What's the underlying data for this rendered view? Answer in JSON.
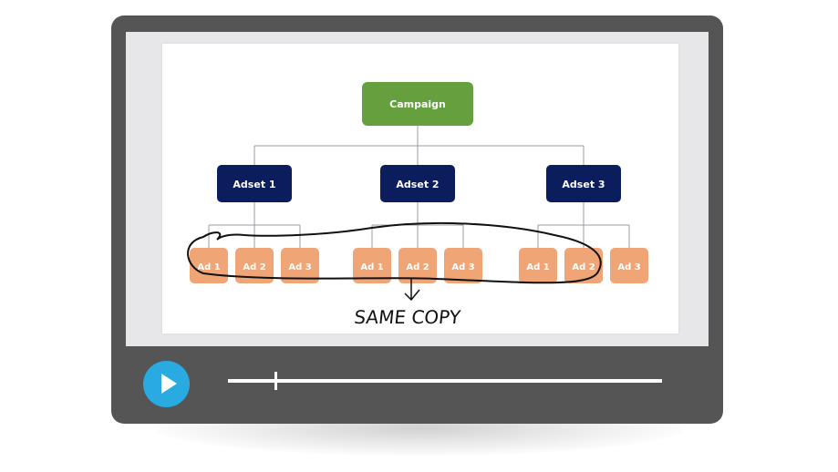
{
  "player": {
    "play_icon": "play-icon",
    "play_label": "Play",
    "progress_fraction": 0.11,
    "colors": {
      "frame": "#555555",
      "screen": "#e7e6e9",
      "play": "#29abe2"
    }
  },
  "slide": {
    "campaign": {
      "label": "Campaign",
      "color": "#659f3e"
    },
    "adset_color": "#0b1d5c",
    "ad_color": "#f0a577",
    "adsets": [
      {
        "label": "Adset 1",
        "ads": [
          "Ad 1",
          "Ad 2",
          "Ad 3"
        ]
      },
      {
        "label": "Adset 2",
        "ads": [
          "Ad 1",
          "Ad 2",
          "Ad 3"
        ]
      },
      {
        "label": "Adset 3",
        "ads": [
          "Ad 1",
          "Ad 2",
          "Ad 3"
        ]
      }
    ],
    "annotation": "SAME COPY"
  }
}
